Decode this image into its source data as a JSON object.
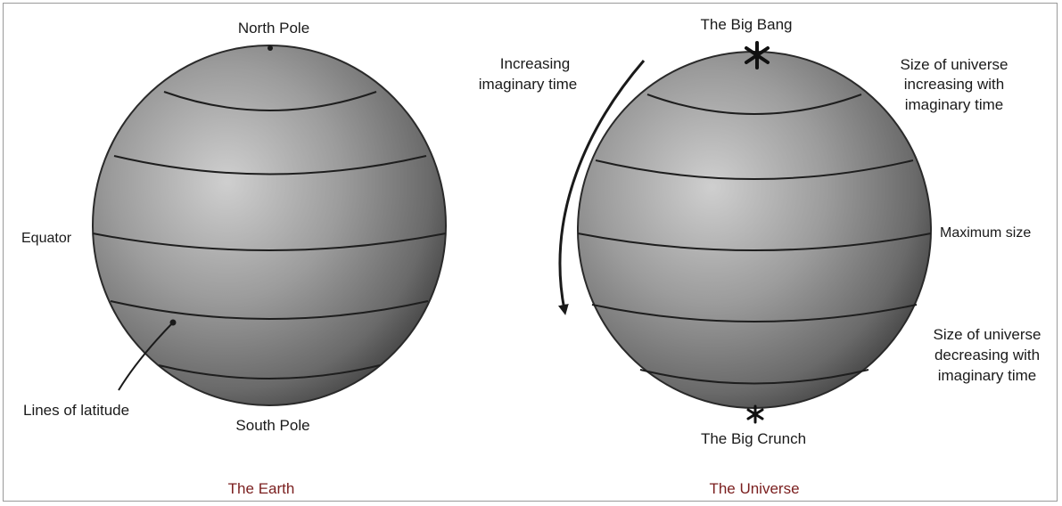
{
  "earth": {
    "north_pole": "North Pole",
    "equator": "Equator",
    "lines_of_latitude": "Lines of latitude",
    "south_pole": "South Pole",
    "caption": "The Earth"
  },
  "universe": {
    "big_bang": "The Big Bang",
    "increasing_time": [
      "Increasing",
      "imaginary time"
    ],
    "size_increasing": [
      "Size of universe",
      "increasing with",
      "imaginary time"
    ],
    "maximum_size": "Maximum size",
    "size_decreasing": [
      "Size of universe",
      "decreasing with",
      "imaginary time"
    ],
    "big_crunch": "The Big Crunch",
    "caption": "The Universe"
  },
  "colors": {
    "caption_color": "#7a1e1e",
    "sphere_light": "#c8c8c8",
    "sphere_dark": "#3e3e3e",
    "line_color": "#1e1e1e"
  }
}
